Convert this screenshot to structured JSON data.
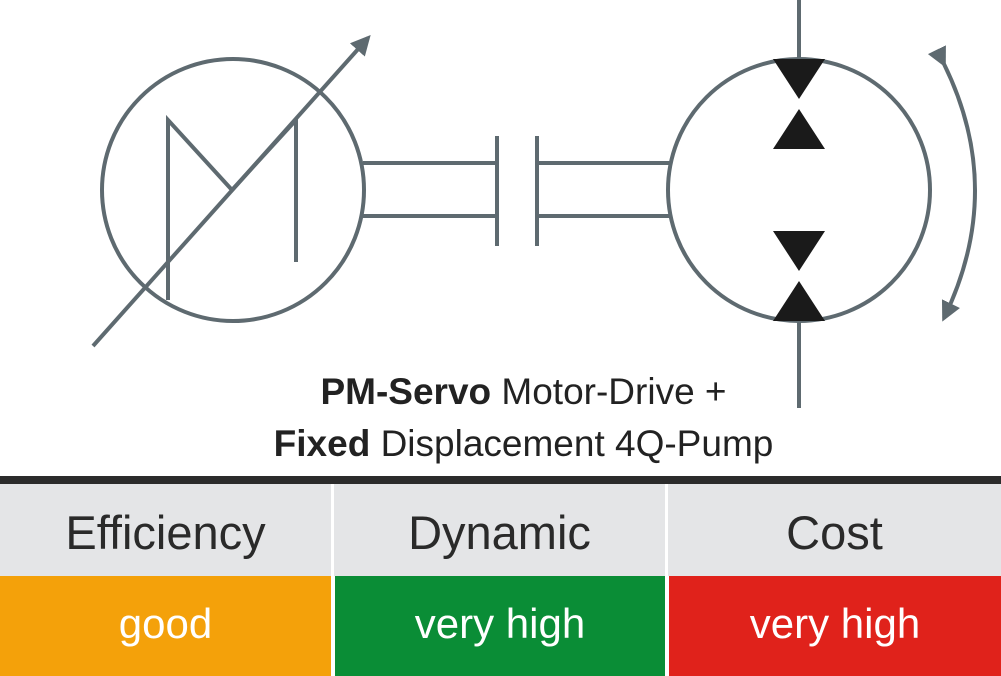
{
  "caption": {
    "line1_bold": "PM-Servo",
    "line1_rest": " Motor-Drive +",
    "line2_bold": "Fixed",
    "line2_rest": " Displacement 4Q-Pump"
  },
  "ratings": {
    "headers": [
      "Efficiency",
      "Dynamic",
      "Cost"
    ],
    "values": [
      "good",
      "very high",
      "very high"
    ]
  },
  "colors": {
    "line": "#5e6a70",
    "symbol_fill": "#1a1a1a",
    "table_rule": "#2b2b2b",
    "header_bg": "#e4e5e7",
    "efficiency_value_bg": "#f4a10a",
    "dynamic_value_bg": "#0a8d36",
    "cost_value_bg": "#e0221b"
  }
}
